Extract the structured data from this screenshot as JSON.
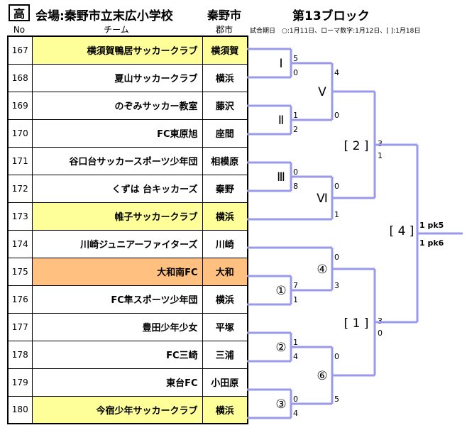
{
  "header": {
    "badge": "高",
    "venue": "会場:秦野市立末広小学校",
    "city": "秦野市",
    "block": "第13ブロック"
  },
  "columns": {
    "no": "No",
    "team": "チーム",
    "city": "郡市"
  },
  "legend": "試合期日　○:1月11日、ローマ数字:1月12日、[ ]:1月18日",
  "colors": {
    "line": "#9999ee",
    "yellow": "#ffff99",
    "orange": "#ffc080"
  },
  "teams": [
    {
      "no": "167",
      "name": "横須賀鴨居サッカークラブ",
      "city": "横須賀",
      "hl": "yellow"
    },
    {
      "no": "168",
      "name": "夏山サッカークラブ",
      "city": "横浜",
      "hl": ""
    },
    {
      "no": "169",
      "name": "のぞみサッカー教室",
      "city": "藤沢",
      "hl": ""
    },
    {
      "no": "170",
      "name": "FC東原旭",
      "city": "座間",
      "hl": ""
    },
    {
      "no": "171",
      "name": "谷口台サッカースポーツ少年団",
      "city": "相模原",
      "hl": ""
    },
    {
      "no": "172",
      "name": "くずは 台キッカーズ",
      "city": "秦野",
      "hl": ""
    },
    {
      "no": "173",
      "name": "帷子サッカークラブ",
      "city": "横浜",
      "hl": "yellow"
    },
    {
      "no": "174",
      "name": "川崎ジュニアーファイターズ",
      "city": "川崎",
      "hl": ""
    },
    {
      "no": "175",
      "name": "大和南FC",
      "city": "大和",
      "hl": "orange"
    },
    {
      "no": "176",
      "name": "FC隼スポーツ少年団",
      "city": "横浜",
      "hl": ""
    },
    {
      "no": "177",
      "name": "豊田少年少女",
      "city": "平塚",
      "hl": ""
    },
    {
      "no": "178",
      "name": "FC三崎",
      "city": "三浦",
      "hl": ""
    },
    {
      "no": "179",
      "name": "東台FC",
      "city": "小田原",
      "hl": ""
    },
    {
      "no": "180",
      "name": "今宿少年サッカークラブ",
      "city": "横浜",
      "hl": "yellow"
    }
  ],
  "bracket": {
    "round1": [
      {
        "label": "Ⅰ",
        "top": "5",
        "bottom": "0"
      },
      {
        "label": "Ⅱ",
        "top": "1",
        "bottom": "2"
      },
      {
        "label": "Ⅲ",
        "top": "0",
        "bottom": "8"
      },
      {
        "label": "①",
        "top": "7",
        "bottom": "1"
      },
      {
        "label": "②",
        "top": "1",
        "bottom": "4"
      },
      {
        "label": "③",
        "top": "0",
        "bottom": "4"
      }
    ],
    "round2": [
      {
        "label": "Ⅴ",
        "top": "4",
        "bottom": "0"
      },
      {
        "label": "Ⅵ",
        "top": "0",
        "bottom": "1"
      },
      {
        "label": "④",
        "top": "0",
        "bottom": "3"
      },
      {
        "label": "⑥",
        "top": "0",
        "bottom": "5"
      }
    ],
    "round3": [
      {
        "label": "[ 2 ]",
        "top": "3",
        "bottom": "1"
      },
      {
        "label": "[ 1 ]",
        "top": "3",
        "bottom": "0"
      }
    ],
    "final": {
      "label": "[ 4 ]",
      "top": "1 pk5",
      "bottom": "1 pk6"
    }
  }
}
